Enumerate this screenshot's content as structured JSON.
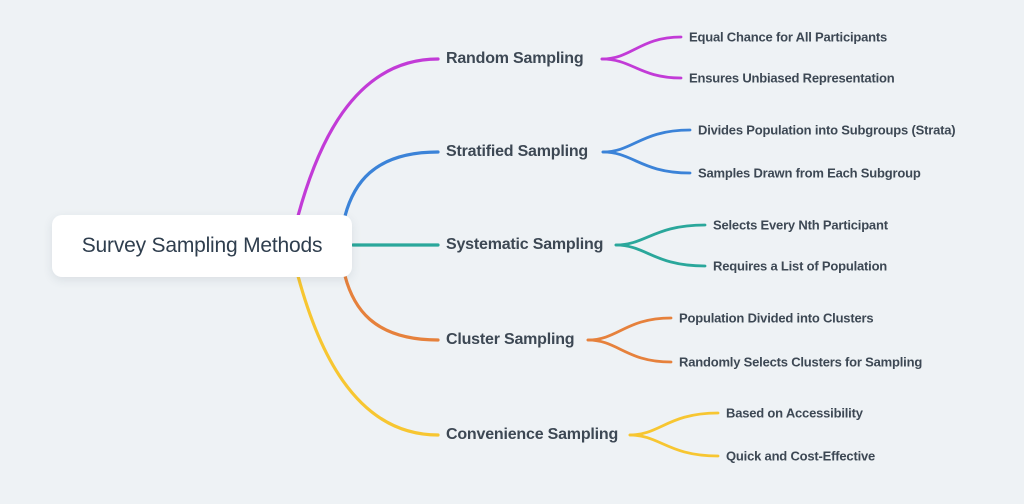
{
  "app": {
    "background_color": "#eef2f5",
    "text_color": "#3d4854",
    "root_text_color": "#2f3e4e",
    "node_background_color": "#ffffff"
  },
  "mindmap": {
    "root": {
      "label": "Survey Sampling Methods"
    },
    "branches": [
      {
        "label": "Random Sampling",
        "color": "#c23bd7",
        "children": [
          "Equal Chance for All Participants",
          "Ensures Unbiased Representation"
        ]
      },
      {
        "label": "Stratified Sampling",
        "color": "#3b83d8",
        "children": [
          "Divides Population into Subgroups (Strata)",
          "Samples Drawn from Each Subgroup"
        ]
      },
      {
        "label": "Systematic Sampling",
        "color": "#2aa79b",
        "children": [
          "Selects Every Nth Participant",
          "Requires a List of Population"
        ]
      },
      {
        "label": "Cluster Sampling",
        "color": "#e6813c",
        "children": [
          "Population Divided into Clusters",
          "Randomly Selects Clusters for Sampling"
        ]
      },
      {
        "label": "Convenience Sampling",
        "color": "#f7c631",
        "children": [
          "Based on Accessibility",
          "Quick and Cost-Effective"
        ]
      }
    ]
  }
}
